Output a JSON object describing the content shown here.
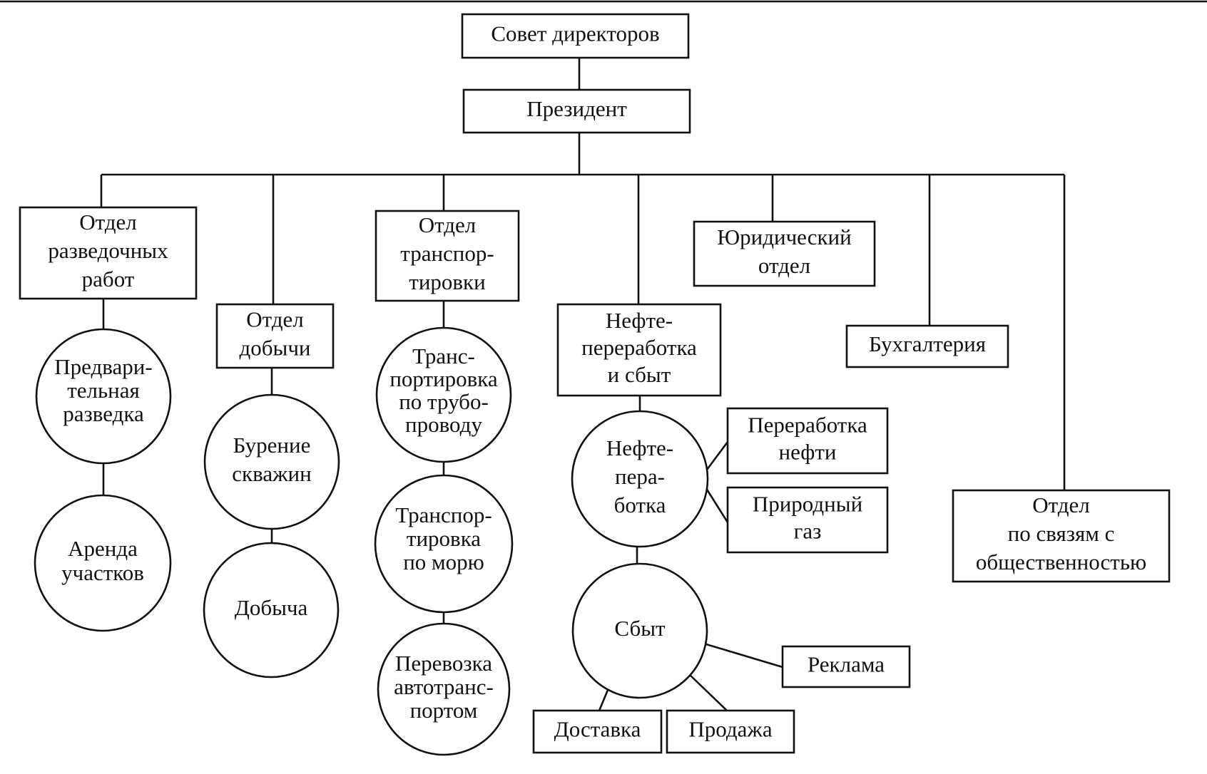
{
  "nodes": {
    "board": "Совет директоров",
    "president": "Президент",
    "exploration_dept": [
      "Отдел",
      "разведочных",
      "работ"
    ],
    "prelim_exploration": [
      "Предвари-",
      "тельная",
      "разведка"
    ],
    "land_lease": [
      "Аренда",
      "участков"
    ],
    "production_dept": [
      "Отдел",
      "добычи"
    ],
    "well_drilling": [
      "Бурение",
      "скважин"
    ],
    "extraction": [
      "Добыча"
    ],
    "transport_dept": [
      "Отдел",
      "транспор-",
      "тировки"
    ],
    "pipeline_transport": [
      "Транс-",
      "портировка",
      "по трубо-",
      "проводу"
    ],
    "sea_transport": [
      "Транспор-",
      "тировка",
      "по морю"
    ],
    "road_transport": [
      "Перевозка",
      "автотранс-",
      "портом"
    ],
    "refining_sales_dept": [
      "Нефте-",
      "переработка",
      "и сбыт"
    ],
    "refining": [
      "Нефте-",
      "пера-",
      "ботка"
    ],
    "oil_processing": [
      "Переработка",
      "нефти"
    ],
    "natural_gas": [
      "Природный",
      "газ"
    ],
    "sales": [
      "Сбыт"
    ],
    "advertising": [
      "Реклама"
    ],
    "delivery": [
      "Доставка"
    ],
    "selling": [
      "Продажа"
    ],
    "legal_dept": [
      "Юридический",
      "отдел"
    ],
    "accounting": [
      "Бухгалтерия"
    ],
    "pr_dept": [
      "Отдел",
      "по связям с",
      "общественностью"
    ]
  }
}
